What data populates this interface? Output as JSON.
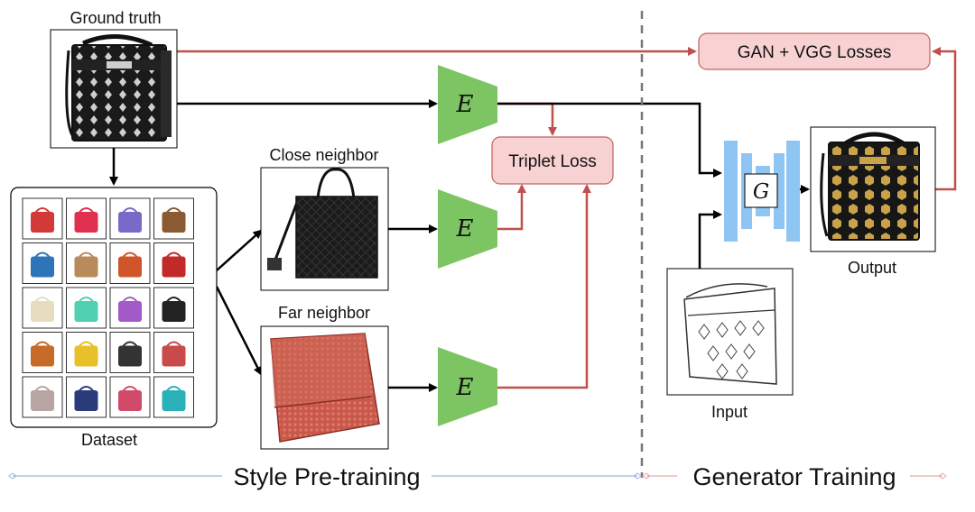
{
  "labels": {
    "ground_truth": "Ground truth",
    "close_neighbor": "Close neighbor",
    "far_neighbor": "Far neighbor",
    "dataset": "Dataset",
    "output": "Output",
    "input": "Input",
    "triplet_loss": "Triplet Loss",
    "gan_vgg_losses": "GAN + VGG Losses",
    "encoder": "E",
    "generator": "G",
    "style_pretraining": "Style Pre-training",
    "generator_training": "Generator Training"
  },
  "colors": {
    "encoder_fill": "#7dc462",
    "loss_fill": "#f8d2d2",
    "loss_stroke": "#c06060",
    "red_arrow": "#c0504d",
    "black_arrow": "#000000",
    "generator_blue": "#8ec5f2",
    "section_line_left": "#9ab8e0",
    "section_line_right": "#e6a9a9"
  },
  "dataset_thumbnails": [
    {
      "name": "red-tote-thumb",
      "color": "#d23a3a"
    },
    {
      "name": "red-duffel-thumb",
      "color": "#e03050"
    },
    {
      "name": "frozen-backpack-thumb",
      "color": "#7a6ac8"
    },
    {
      "name": "brown-satchel-thumb",
      "color": "#8a5a32"
    },
    {
      "name": "blue-backpack-thumb",
      "color": "#2d74b8"
    },
    {
      "name": "tan-messenger-thumb",
      "color": "#b98a5a"
    },
    {
      "name": "chevron-tote-thumb",
      "color": "#d0552a"
    },
    {
      "name": "red-black-backpack-thumb",
      "color": "#c22a2a"
    },
    {
      "name": "cream-backpack-thumb",
      "color": "#e8dcc0"
    },
    {
      "name": "mint-wallet-thumb",
      "color": "#4fd0b0"
    },
    {
      "name": "cartoon-messenger-thumb",
      "color": "#a35ac8"
    },
    {
      "name": "black-handbag-thumb",
      "color": "#222222"
    },
    {
      "name": "orange-satchel-thumb",
      "color": "#c66a2a"
    },
    {
      "name": "yellow-bag-set-thumb",
      "color": "#e8c02a"
    },
    {
      "name": "black-white-bag-thumb",
      "color": "#333333"
    },
    {
      "name": "red-clutch-thumb",
      "color": "#c84a4a"
    },
    {
      "name": "plaid-handbag-thumb",
      "color": "#b9a4a4"
    },
    {
      "name": "floral-backpack-thumb",
      "color": "#2a3a7a"
    },
    {
      "name": "pink-messenger-thumb",
      "color": "#d24a6a"
    },
    {
      "name": "teal-pattern-bag-thumb",
      "color": "#2ab0b8"
    }
  ]
}
